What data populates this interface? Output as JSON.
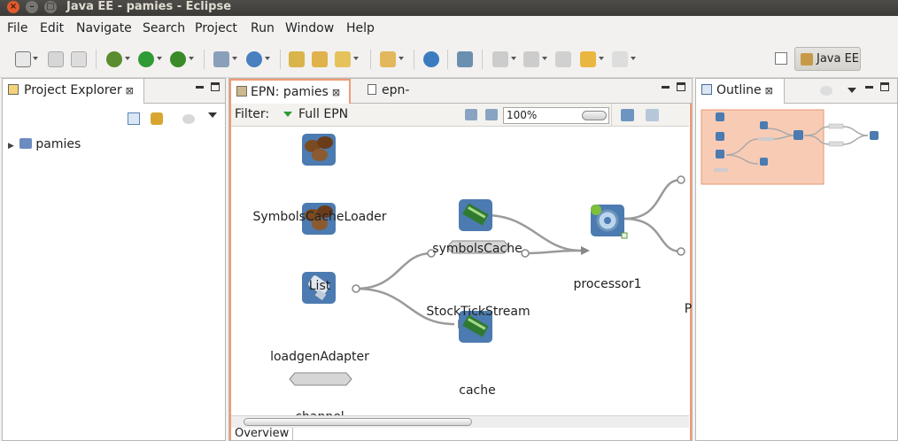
{
  "window": {
    "title": "Java EE - pamies - Eclipse",
    "close_glyph": "×",
    "min_glyph": "–",
    "max_glyph": "□"
  },
  "menu": [
    "File",
    "Edit",
    "Navigate",
    "Search",
    "Project",
    "Run",
    "Window",
    "Help"
  ],
  "perspective": {
    "label": "Java EE"
  },
  "project_explorer": {
    "tab_label": "Project Explorer",
    "close_glyph": "⊠",
    "tree": [
      {
        "label": "pamies",
        "expander": "▶"
      }
    ]
  },
  "editor": {
    "tabs": [
      {
        "label": "EPN: pamies",
        "close_glyph": "⊠",
        "active": true
      },
      {
        "label": "epn-assembly.xml",
        "active": false
      }
    ],
    "filter_label": "Filter:",
    "filter_value": "Full EPN",
    "zoom": "100%",
    "bottom_tab": "Overview",
    "nodes": [
      {
        "id": "symbols-cache-loader",
        "label": "SymbolsCacheLoader",
        "kind": "bean"
      },
      {
        "id": "list",
        "label": "List",
        "kind": "bean"
      },
      {
        "id": "loadgen-adapter",
        "label": "loadgenAdapter",
        "kind": "adapter"
      },
      {
        "id": "channel",
        "label": "channel",
        "kind": "channel"
      },
      {
        "id": "symbols-cache",
        "label": "symbolsCache",
        "kind": "cache"
      },
      {
        "id": "stock-tick-stream",
        "label": "StockTickStream",
        "kind": "channel"
      },
      {
        "id": "cache",
        "label": "cache",
        "kind": "cache"
      },
      {
        "id": "processor1",
        "label": "processor1",
        "kind": "processor"
      },
      {
        "id": "partial",
        "label": "P",
        "kind": "clipped"
      }
    ]
  },
  "outline": {
    "tab_label": "Outline",
    "close_glyph": "⊠"
  },
  "colors": {
    "active_tab_border": "#f29a73",
    "outline_viewport": "#f8cbb5",
    "title_bar": "#3c3b37"
  }
}
